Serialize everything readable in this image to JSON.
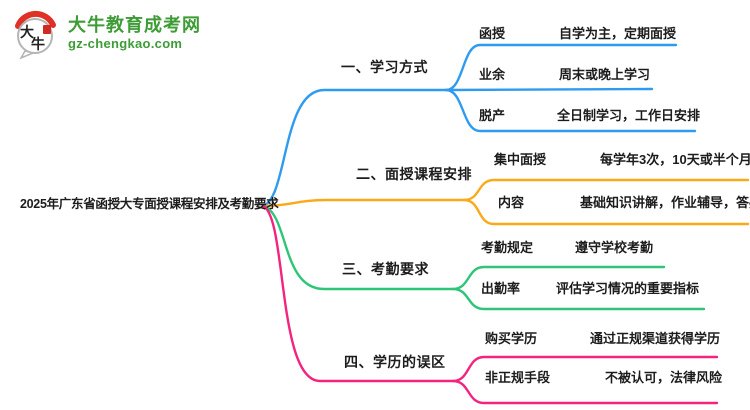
{
  "site": {
    "logo_icon_text": "大牛",
    "logo_title": "大牛教育成考网",
    "logo_domain": "gz-chengkao.com"
  },
  "colors": {
    "blue": "#2f9bf0",
    "orange": "#fba919",
    "green": "#2fc579",
    "pink": "#f2247f",
    "logo-green": "#3d9c35"
  },
  "center": {
    "title": "2025年广东省函授大专面授课程安排及考勤要求"
  },
  "branches": [
    {
      "label": "一、学习方式",
      "color": "#2f9bf0",
      "items": [
        {
          "term": "函授",
          "desc": "自学为主，定期面授"
        },
        {
          "term": "业余",
          "desc": "周末或晚上学习"
        },
        {
          "term": "脱产",
          "desc": "全日制学习，工作日安排"
        }
      ]
    },
    {
      "label": "二、面授课程安排",
      "color": "#fba919",
      "items": [
        {
          "term": "集中面授",
          "desc": "每学年3次，10天或半个月"
        },
        {
          "term": "内容",
          "desc": "基础知识讲解，作业辅导，答疑"
        }
      ]
    },
    {
      "label": "三、考勤要求",
      "color": "#2fc579",
      "items": [
        {
          "term": "考勤规定",
          "desc": "遵守学校考勤"
        },
        {
          "term": "出勤率",
          "desc": "评估学习情况的重要指标"
        }
      ]
    },
    {
      "label": "四、学历的误区",
      "color": "#f2247f",
      "items": [
        {
          "term": "购买学历",
          "desc": "通过正规渠道获得学历"
        },
        {
          "term": "非正规手段",
          "desc": "不被认可，法律风险"
        }
      ]
    }
  ]
}
